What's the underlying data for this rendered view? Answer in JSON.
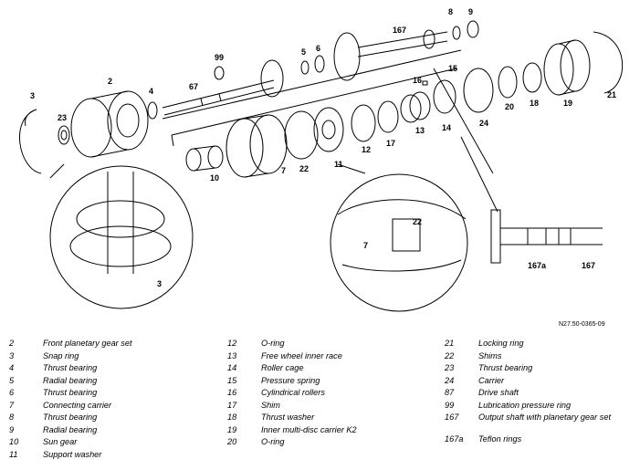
{
  "figure_id": "N27.50-0365-09",
  "callouts": [
    "2",
    "3",
    "4",
    "5",
    "6",
    "7",
    "8",
    "9",
    "10",
    "11",
    "12",
    "13",
    "14",
    "15",
    "16",
    "17",
    "18",
    "19",
    "20",
    "21",
    "22",
    "23",
    "24",
    "67",
    "99",
    "167",
    "167a",
    "22",
    "7",
    "3",
    "167"
  ],
  "legend": {
    "col_a": [
      {
        "num": "2",
        "label": "Front planetary gear set"
      },
      {
        "num": "3",
        "label": "Snap ring"
      },
      {
        "num": "4",
        "label": "Thrust bearing"
      },
      {
        "num": "5",
        "label": "Radial bearing"
      },
      {
        "num": "6",
        "label": "Thrust bearing"
      },
      {
        "num": "7",
        "label": "Connecting carrier"
      },
      {
        "num": "8",
        "label": "Thrust bearing"
      },
      {
        "num": "9",
        "label": "Radial bearing"
      },
      {
        "num": "10",
        "label": "Sun gear"
      },
      {
        "num": "11",
        "label": "Support washer"
      }
    ],
    "col_b": [
      {
        "num": "12",
        "label": "O-ring"
      },
      {
        "num": "13",
        "label": "Free wheel inner race"
      },
      {
        "num": "14",
        "label": "Roller cage"
      },
      {
        "num": "15",
        "label": "Pressure spring"
      },
      {
        "num": "16",
        "label": "Cylindrical rollers"
      },
      {
        "num": "17",
        "label": "Shim"
      },
      {
        "num": "18",
        "label": "Thrust washer"
      },
      {
        "num": "19",
        "label": "Inner multi-disc carrier K2"
      },
      {
        "num": "20",
        "label": "O-ring"
      }
    ],
    "col_c": [
      {
        "num": "21",
        "label": "Locking ring"
      },
      {
        "num": "22",
        "label": "Shims"
      },
      {
        "num": "23",
        "label": "Thrust bearing"
      },
      {
        "num": "24",
        "label": "Carrier"
      },
      {
        "num": "87",
        "label": "Drive shaft"
      },
      {
        "num": "99",
        "label": "Lubrication pressure ring"
      },
      {
        "num": "167",
        "label": "Output shaft with planetary gear set"
      },
      {
        "num": "167a",
        "label": "Teflon rings"
      }
    ]
  }
}
